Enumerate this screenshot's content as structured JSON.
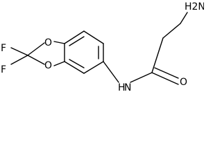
{
  "molecule": {
    "atoms": {
      "amino_n": "H2N",
      "amide_n": "N",
      "amide_h": "H",
      "carbonyl_o": "O",
      "ring_o_upper": "O",
      "ring_o_lower": "O",
      "fluorine_upper": "F",
      "fluorine_lower": "F"
    }
  }
}
